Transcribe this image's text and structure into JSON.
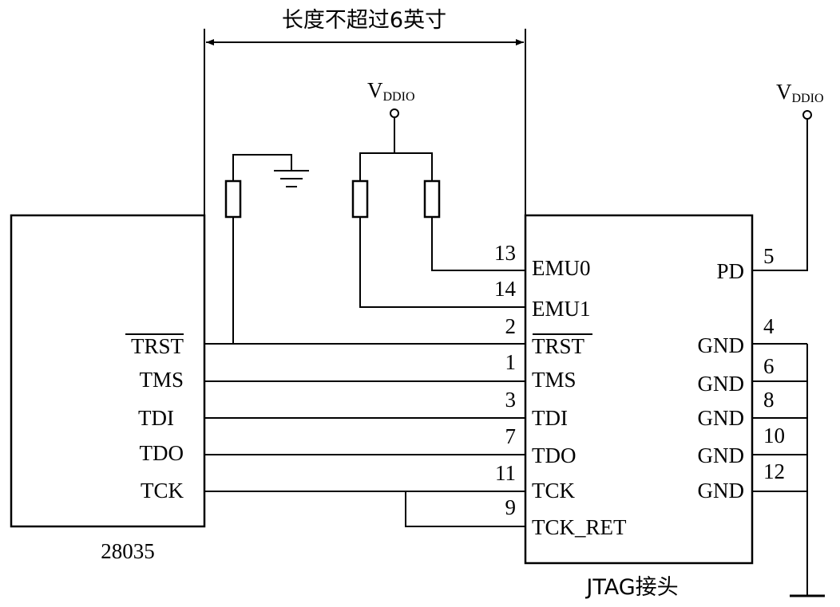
{
  "title": "长度不超过6英寸",
  "supply": {
    "main": "V",
    "sub": "DDIO"
  },
  "chip": {
    "name": "28035",
    "pins": [
      "TRST",
      "TMS",
      "TDI",
      "TDO",
      "TCK"
    ]
  },
  "header": {
    "name": "JTAG接头",
    "left_pins": [
      {
        "num": "13",
        "label": "EMU0"
      },
      {
        "num": "14",
        "label": "EMU1"
      },
      {
        "num": "2",
        "label": "TRST"
      },
      {
        "num": "1",
        "label": "TMS"
      },
      {
        "num": "3",
        "label": "TDI"
      },
      {
        "num": "7",
        "label": "TDO"
      },
      {
        "num": "11",
        "label": "TCK"
      },
      {
        "num": "9",
        "label": "TCK_RET"
      }
    ],
    "right_pins": [
      {
        "num": "5",
        "label": "PD"
      },
      {
        "num": "4",
        "label": "GND"
      },
      {
        "num": "6",
        "label": "GND"
      },
      {
        "num": "8",
        "label": "GND"
      },
      {
        "num": "10",
        "label": "GND"
      },
      {
        "num": "12",
        "label": "GND"
      }
    ]
  }
}
